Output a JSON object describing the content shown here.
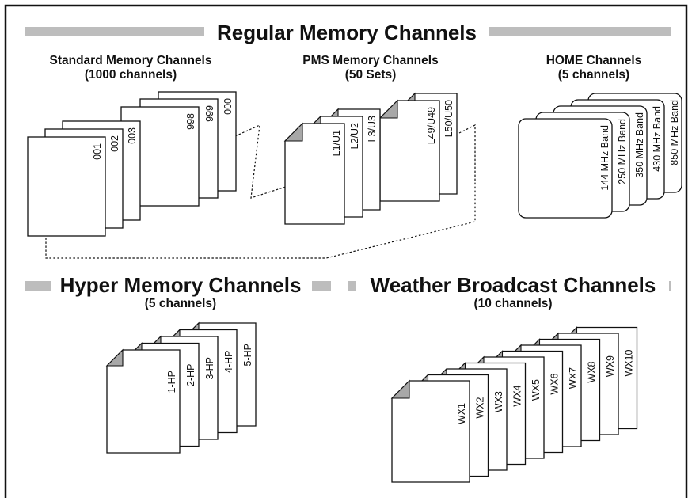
{
  "sections": {
    "regular": {
      "title": "Regular Memory Channels",
      "standard": {
        "title": "Standard Memory Channels",
        "subtitle": "(1000 channels)",
        "cards": [
          "001",
          "002",
          "003",
          "998",
          "999",
          "000"
        ]
      },
      "pms": {
        "title": "PMS Memory Channels",
        "subtitle": "(50 Sets)",
        "cards": [
          "L1/U1",
          "L2/U2",
          "L3/U3",
          "L49/U49",
          "L50/U50"
        ]
      },
      "home": {
        "title": "HOME Channels",
        "subtitle": "(5 channels)",
        "cards": [
          "144 MHz Band",
          "250 MHz Band",
          "350 MHz Band",
          "430 MHz Band",
          "850 MHz Band"
        ]
      }
    },
    "hyper": {
      "title": "Hyper Memory Channels",
      "subtitle": "(5 channels)",
      "cards": [
        "1-HP",
        "2-HP",
        "3-HP",
        "4-HP",
        "5-HP"
      ]
    },
    "weather": {
      "title": "Weather Broadcast Channels",
      "subtitle": "(10 channels)",
      "cards": [
        "WX1",
        "WX2",
        "WX3",
        "WX4",
        "WX5",
        "WX6",
        "WX7",
        "WX8",
        "WX9",
        "WX10"
      ]
    }
  },
  "colors": {
    "bar": "#bdbdbd",
    "fold": "#a8a8a8",
    "ink": "#111111"
  }
}
